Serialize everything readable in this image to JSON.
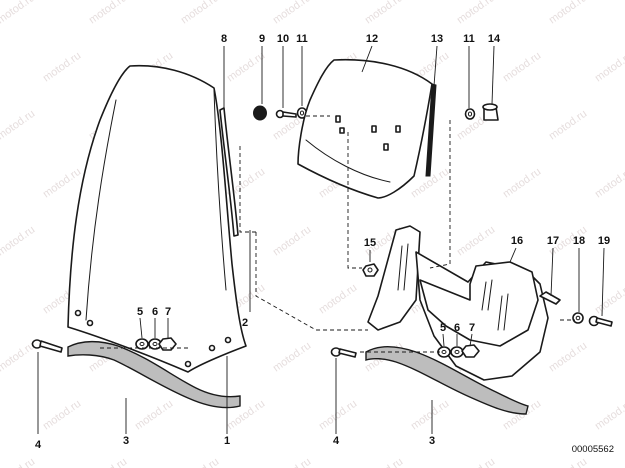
{
  "diagram": {
    "watermark_text": "motod.ru",
    "document_number": "00005562",
    "callouts": [
      "1",
      "2",
      "3",
      "4",
      "5",
      "6",
      "7",
      "8",
      "9",
      "10",
      "11",
      "12",
      "13",
      "14",
      "15",
      "16",
      "17",
      "18",
      "19"
    ],
    "labels": {
      "p8": "8",
      "p9": "9",
      "p10": "10",
      "p11a": "11",
      "p12": "12",
      "p13": "13",
      "p11b": "11",
      "p14": "14",
      "p15": "15",
      "p16": "16",
      "p17": "17",
      "p18": "18",
      "p19": "19",
      "p2": "2",
      "p5a": "5",
      "p6a": "6",
      "p7a": "7",
      "p4a": "4",
      "p3a": "3",
      "p1": "1",
      "p4b": "4",
      "p3b": "3",
      "p5b": "5",
      "p6b": "6",
      "p7b": "7"
    }
  }
}
